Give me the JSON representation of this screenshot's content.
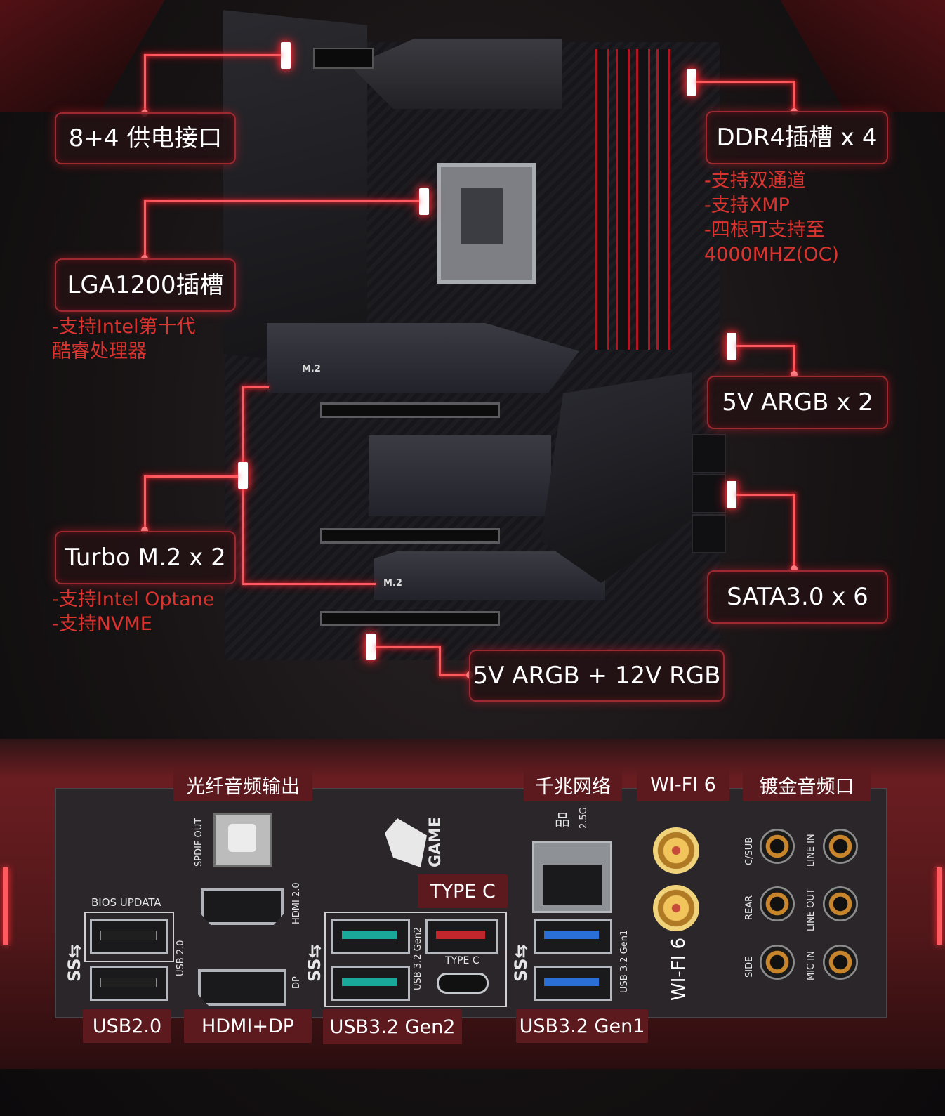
{
  "top_callouts": {
    "power": "8+4 供电接口",
    "ddr4": "DDR4插槽 x 4",
    "lga": "LGA1200插槽",
    "argb2": "5V ARGB x 2",
    "m2": "Turbo M.2 x 2",
    "sata": "SATA3.0 x 6",
    "rgb": "5V ARGB + 12V RGB"
  },
  "notes": {
    "ddr4": [
      "-支持双通道",
      "-支持XMP",
      "-四根可支持至",
      "4000MHZ(OC)"
    ],
    "lga": [
      "-支持Intel第十代",
      "酷睿处理器"
    ],
    "m2": [
      "-支持Intel Optane",
      "-支持NVME"
    ]
  },
  "board_silk": {
    "m2_top": "M.2",
    "m2_bottom": "M.2"
  },
  "io_tags": {
    "optical": "光纤音频输出",
    "lan": "千兆网络",
    "wifi": "WI-FI 6",
    "audio": "镀金音频口",
    "typec": "TYPE C",
    "usb20": "USB2.0",
    "hdmi_dp": "HDMI+DP",
    "usb32g2": "USB3.2 Gen2",
    "usb32g1": "USB3.2 Gen1"
  },
  "io_silk": {
    "spdif": "SPDIF OUT",
    "bios": "BIOS UPDATA",
    "usb20": "USB 2.0",
    "hdmi": "HDMI 2.0",
    "dp": "DP",
    "gen2": "USB 3.2 Gen2",
    "typec": "TYPE C",
    "lan_speed": "2.5G",
    "gen1": "USB 3.2 Gen1",
    "wifi_vertical": "WI-FI 6",
    "csub": "C/SUB",
    "rear": "REAR",
    "side": "SIDE",
    "line_in": "LINE IN",
    "line_out": "LINE OUT",
    "mic_in": "MIC IN",
    "brand": "GAME"
  },
  "colors": {
    "accent_red": "#ff5a5f",
    "note_red": "#d9342f",
    "usb_gen2": "#19a89a",
    "usb_gen1": "#2a6fd6",
    "typec_red": "#c0262c"
  }
}
